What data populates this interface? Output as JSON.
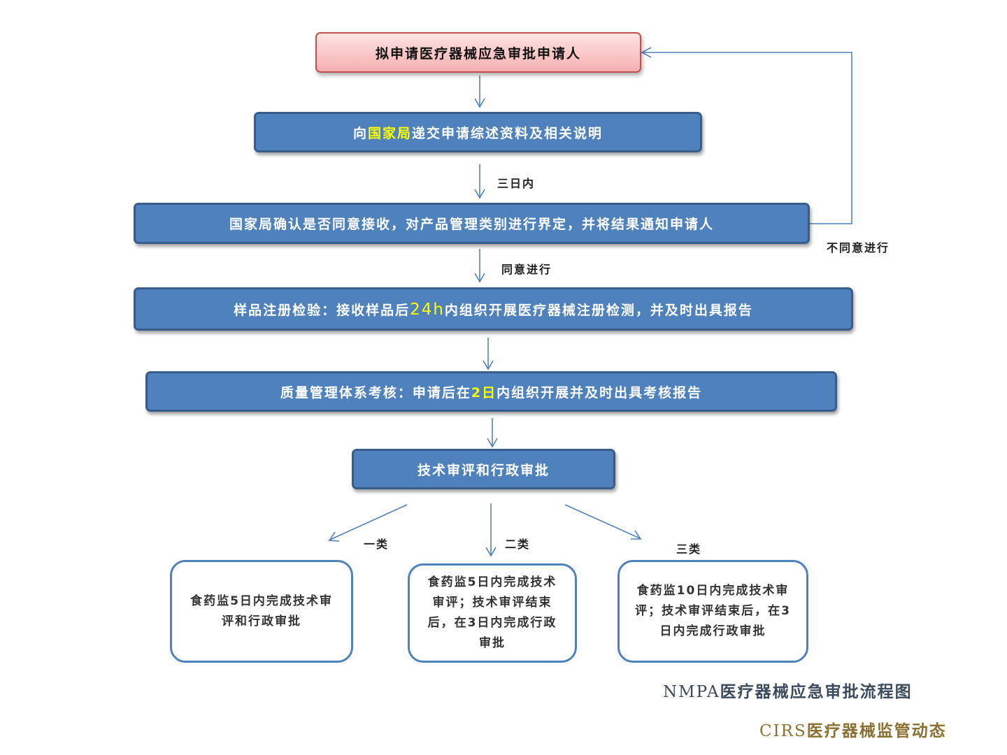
{
  "nodes": {
    "applicant": "拟申请医疗器械应急审批申请人",
    "submit": {
      "before": "向",
      "highlight": "国家局",
      "after": "递交申请综述资料及相关说明"
    },
    "confirm": "国家局确认是否同意接收，对产品管理类别进行界定，并将结果通知申请人",
    "sample": {
      "before": "样品注册检验：接收样品后",
      "highlight": "24h",
      "after": "内组织开展医疗器械注册检测，并及时出具报告"
    },
    "quality": {
      "before": "质量管理体系考核：申请后在",
      "highlight": "2日",
      "after": "内组织开展并及时出具考核报告"
    },
    "review": "技术审评和行政审批"
  },
  "edge_labels": {
    "within_three_days": "三日内",
    "agree": "同意进行",
    "disagree": "不同意进行",
    "class_one": "一类",
    "class_two": "二类",
    "class_three": "三类"
  },
  "results": {
    "class_one": "食药监5日内完成技术审评和行政审批",
    "class_two": "食药监5日内完成技术审评；技术审评结束后，在3日内完成行政审批",
    "class_three": "食药监10日内完成技术审评；技术审评结束后，在3日内完成行政审批"
  },
  "captions": {
    "figure_prefix": "NMPA",
    "figure_title": "医疗器械应急审批流程图",
    "source_prefix": "CIRS",
    "source_title": "医疗器械监管动态"
  },
  "colors": {
    "box_fill": "#4f81bd",
    "box_border": "#385d8a",
    "start_border": "#c0504d",
    "highlight": "#ffff00",
    "arrow": "#4f81bd",
    "caption_dark": "#3c4a5e",
    "caption_gold": "#8a7030"
  }
}
